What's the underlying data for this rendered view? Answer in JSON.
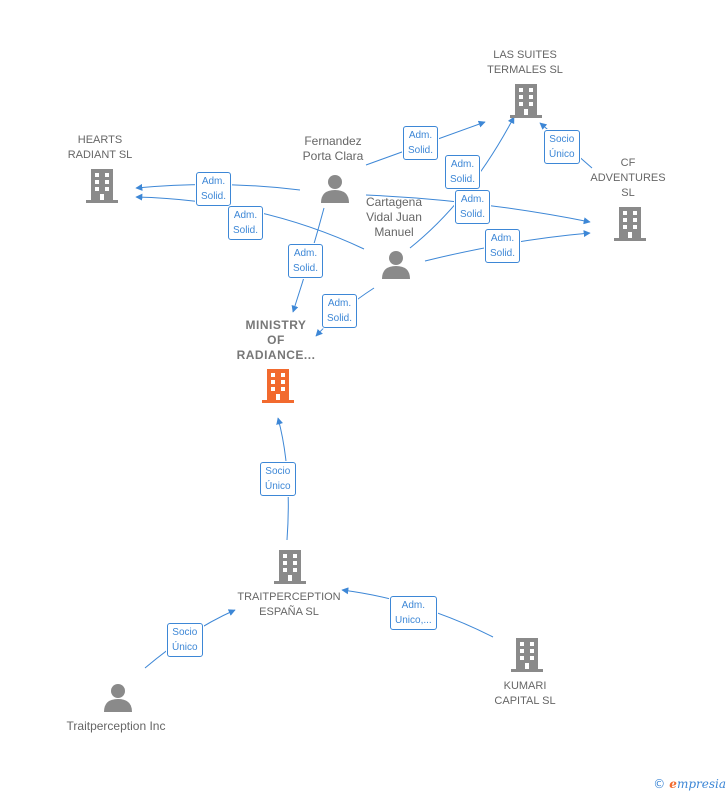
{
  "colors": {
    "edge": "#3d87d6",
    "company": "#8a8a8a",
    "person": "#8a8a8a",
    "center": "#f26a2e"
  },
  "nodes": {
    "las_suites": "LAS SUITES\nTERMALES  SL",
    "hearts_radiant": "HEARTS\nRADIANT  SL",
    "fernandez": "Fernandez\nPorta Clara",
    "cf_adventures": "CF\nADVENTURES\nSL",
    "cartagena": "Cartagena\nVidal Juan\nManuel",
    "ministry": "MINISTRY\nOF\nRADIANCE...",
    "traitperception_es": "TRAITPERCEPTION\nESPAÑA  SL",
    "kumari": "KUMARI\nCAPITAL SL",
    "traitperception_inc": "Traitperception Inc"
  },
  "edges": {
    "fer_las": "Adm.\nSolid.",
    "car_las": "Adm.\nSolid.",
    "cf_las": "Socio\nÚnico",
    "fer_hearts": "Adm.\nSolid.",
    "car_hearts": "Adm.\nSolid.",
    "fer_cf": "Adm.\nSolid.",
    "car_cf": "Adm.\nSolid.",
    "fer_ministry": "Adm.\nSolid.",
    "car_ministry": "Adm.\nSolid.",
    "tes_ministry": "Socio\nÚnico",
    "kumari_tes": "Adm.\nUnico,...",
    "inc_tes": "Socio\nÚnico"
  },
  "brand": {
    "copyright": "©",
    "e": "e",
    "rest": "mpresia"
  }
}
